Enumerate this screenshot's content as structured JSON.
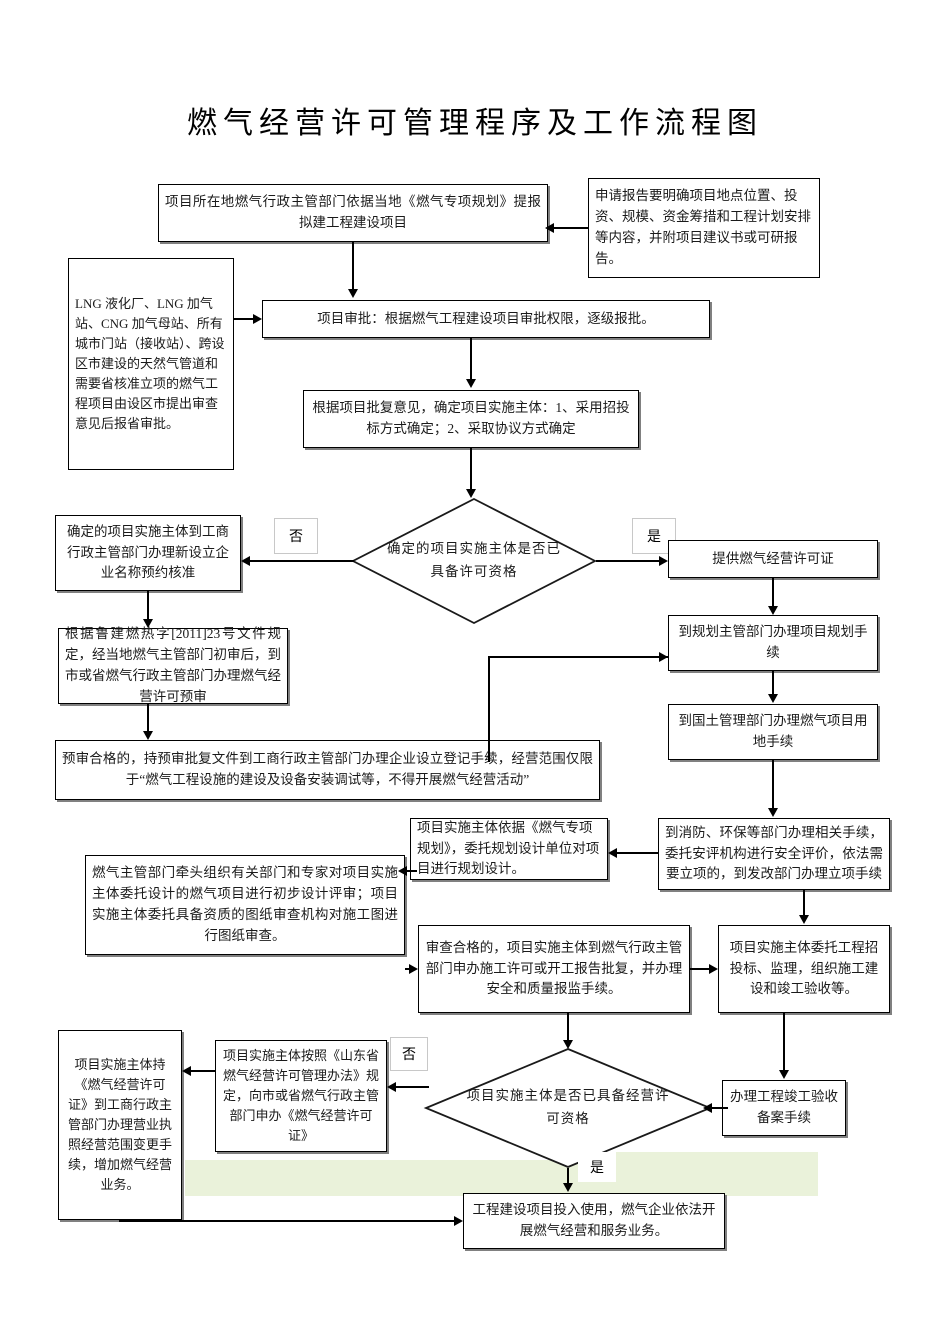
{
  "document": {
    "title": "燃气经营许可管理程序及工作流程图"
  },
  "nodes": {
    "n1_propose": "项目所在地燃气行政主管部门依据当地《燃气专项规划》提报拟建工程建设项目",
    "n1_note": "申请报告要明确项目地点位置、投资、规模、资金筹措和工程计划安排等内容，并附项目建议书或可研报告。",
    "n2_lng_note": "LNG 液化厂、LNG 加气站、CNG 加气母站、所有城市门站（接收站）、跨设区市建设的天然气管道和需要省核准立项的燃气工程项目由设区市提出审查意见后报省审批。",
    "n3_approval": "项目审批：根据燃气工程建设项目审批权限，逐级报批。",
    "n4_subject": "根据项目批复意见，确定项目实施主体：1、采用招投标方式确定；2、采取协议方式确定",
    "d1_decision": "确定的项目实施主体是否已具备许可资格",
    "n5_no_branch": "确定的项目实施主体到工商行政主管部门办理新设立企业名称预约核准",
    "n6_pre_review": "根据鲁建燃热字[2011]23号文件规定，经当地燃气主管部门初审后，到市或省燃气行政主管部门办理燃气经营许可预审",
    "n7_registration": "预审合格的，持预审批复文件到工商行政主管部门办理企业设立登记手续，经营范围仅限于“燃气工程设施的建设及设备安装调试等，不得开展燃气经营活动”",
    "n8_yes_branch": "提供燃气经营许可证",
    "n9_planning": "到规划主管部门办理项目规划手续",
    "n10_land": "到国土管理部门办理燃气项目用地手续",
    "n11_fire_env": "到消防、环保等部门办理相关手续，委托安评机构进行安全评价，依法需要立项的，到发改部门办理立项手续",
    "n12_design": "项目实施主体依据《燃气专项规划》，委托规划设计单位对项目进行规划设计。",
    "n13_review": "燃气主管部门牵头组织有关部门和专家对项目实施主体委托设计的燃气项目进行初步设计评审；项目实施主体委托具备资质的图纸审查机构对施工图进行图纸审查。",
    "n14_permit": "审查合格的，项目实施主体到燃气行政主管部门申办施工许可或开工报告批复，并办理安全和质量报监手续。",
    "n15_construction": "项目实施主体委托工程招投标、监理，组织施工建设和竣工验收等。",
    "n16_acceptance": "办理工程竣工验收备案手续",
    "d2_decision": "项目实施主体是否已具备经营许可资格",
    "n17_apply_permit": "项目实施主体按照《山东省燃气经营许可管理办法》规定，向市或省燃气行政主管部门申办《燃气经营许可证》",
    "n18_license_change": "项目实施主体持《燃气经营许可证》到工商行政主管部门办理营业执照经营范围变更手续，增加燃气经营业务。",
    "n19_final": "工程建设项目投入使用，燃气企业依法开展燃气经营和服务业务。"
  },
  "branch_labels": {
    "d1_no": "否",
    "d1_yes": "是",
    "d2_no": "否",
    "d2_yes": "是"
  },
  "colors": {
    "line": "#000000",
    "box_border": "#000000",
    "box_shadow": "#808080",
    "highlight_band": "#eaf2da",
    "background": "#ffffff"
  }
}
